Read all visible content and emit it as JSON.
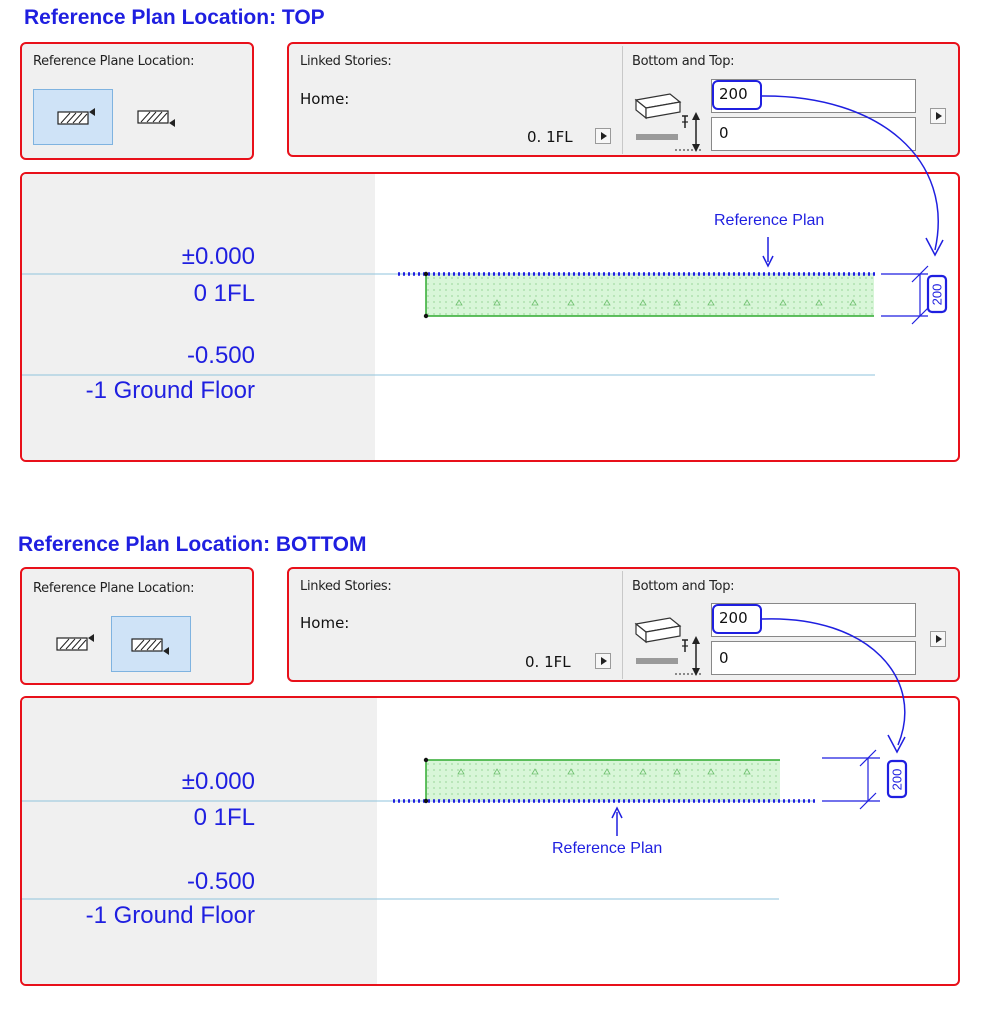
{
  "sections": [
    {
      "title": "Reference Plan Location: TOP",
      "ref_location_label": "Reference Plane Location:",
      "active_button": "top",
      "linked_stories_label": "Linked Stories:",
      "home_label": "Home:",
      "home_story": "0. 1FL",
      "bottom_top_label": "Bottom and Top:",
      "top_value": "200",
      "bottom_value": "0",
      "levels": [
        {
          "elevation": "±0.000",
          "story": "0 1FL"
        },
        {
          "elevation": "-0.500",
          "story": "-1 Ground Floor"
        }
      ],
      "reference_plan_label": "Reference Plan",
      "dimension_value": "200"
    },
    {
      "title": "Reference Plan Location: BOTTOM",
      "ref_location_label": "Reference Plane Location:",
      "active_button": "bottom",
      "linked_stories_label": "Linked Stories:",
      "home_label": "Home:",
      "home_story": "0. 1FL",
      "bottom_top_label": "Bottom and Top:",
      "top_value": "200",
      "bottom_value": "0",
      "levels": [
        {
          "elevation": "±0.000",
          "story": "0 1FL"
        },
        {
          "elevation": "-0.500",
          "story": "-1 Ground Floor"
        }
      ],
      "reference_plan_label": "Reference Plan",
      "dimension_value": "200"
    }
  ],
  "colors": {
    "annotation_blue": "#1f1fe0",
    "highlight_red": "#e8101a",
    "slab_green": "#d4f5d4",
    "slab_edge": "#2faa2f",
    "story_line": "#8fc3dd"
  },
  "icons": [
    "slab-top-reference-icon",
    "slab-bottom-reference-icon",
    "slab-3d-icon",
    "height-arrow-icon",
    "triangle-right-icon"
  ]
}
